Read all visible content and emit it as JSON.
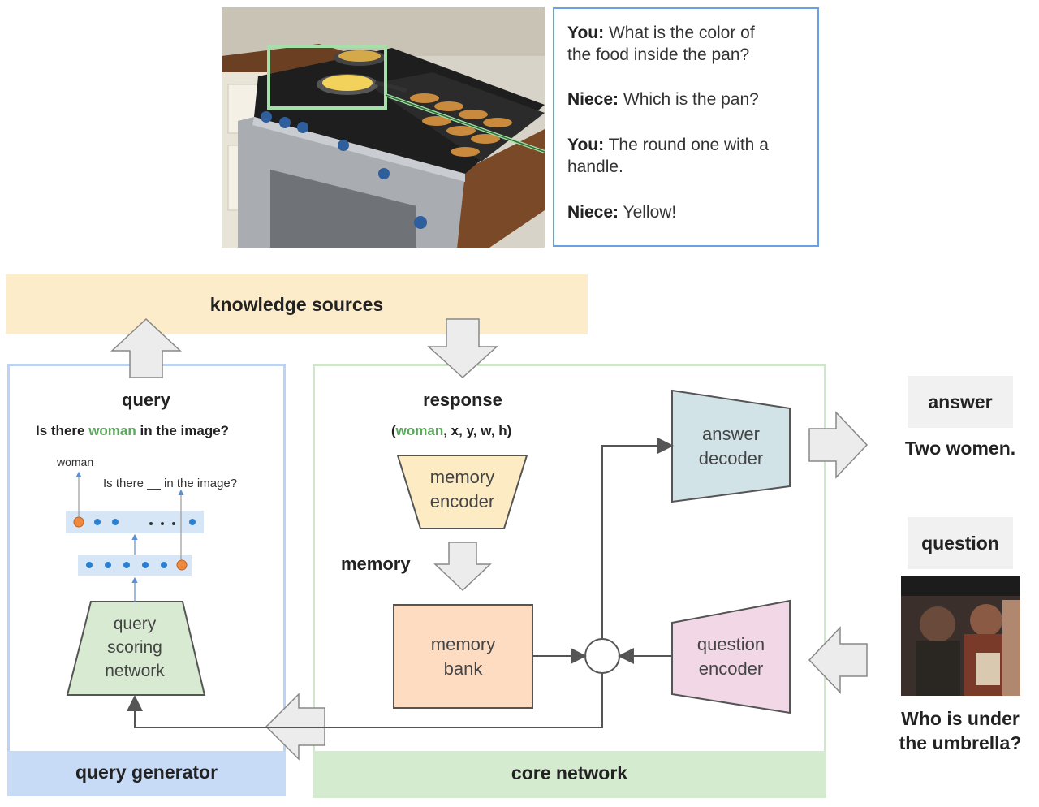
{
  "dialog": {
    "lines": [
      {
        "speaker": "You:",
        "text": "What is the color of"
      },
      {
        "speaker": "",
        "text": "the food inside the pan?"
      },
      {
        "speaker": "Niece:",
        "text": "Which is the pan?"
      },
      {
        "speaker": "You:",
        "text": "The round one with a"
      },
      {
        "speaker": "",
        "text": "handle."
      },
      {
        "speaker": "Niece:",
        "text": "Yellow!"
      }
    ]
  },
  "knowledge": {
    "title": "knowledge sources"
  },
  "query_generator": {
    "footer": "query generator",
    "query_title": "query",
    "query_pre": "Is there ",
    "query_word": "woman",
    "query_post": " in the image?",
    "token_out": "woman",
    "template": "Is there __ in the image?",
    "scoring_network": [
      "query",
      "scoring",
      "network"
    ]
  },
  "core": {
    "footer": "core network",
    "response_title": "response",
    "response_open": "(",
    "response_word": "woman",
    "response_rest": ", x, y, w, h)",
    "memory_encoder": [
      "memory",
      "encoder"
    ],
    "memory_label": "memory",
    "memory_bank": [
      "memory",
      "bank"
    ],
    "answer_decoder": [
      "answer",
      "decoder"
    ],
    "question_encoder": [
      "question",
      "encoder"
    ]
  },
  "answer": {
    "label": "answer",
    "text": "Two women."
  },
  "question": {
    "label": "question",
    "text_lines": [
      "Who is under",
      "the umbrella?"
    ]
  },
  "colors": {
    "accent_green": "#5aa85a",
    "dialog_border": "#6aa0e8",
    "knowledge_bg": "#fdecc9",
    "qg_bg": "#c7dbf6",
    "core_bg": "#d5ebd0",
    "encoder_fill": "#fdebc3",
    "bank_fill": "#fddcc2",
    "decoder_fill": "#d2e3e8",
    "qenc_fill": "#f2d7e6",
    "scoring_fill": "#d8ebd2",
    "token_dot": "#2a7fcf",
    "token_selected": "#f0893b"
  }
}
